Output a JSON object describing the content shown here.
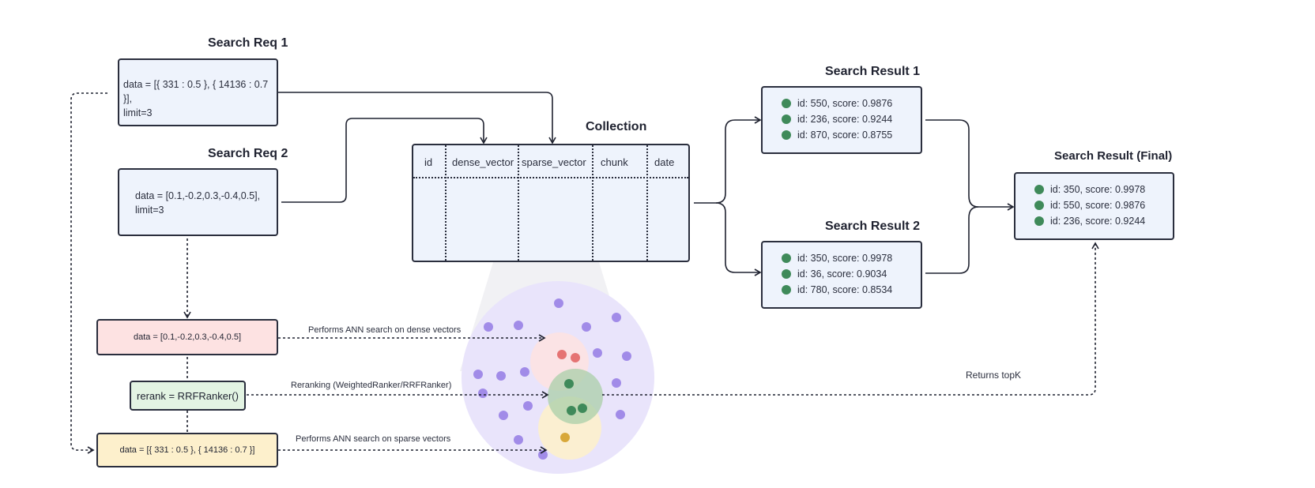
{
  "search_req_1": {
    "title": "Search Req 1",
    "text": "data = [{ 331 : 0.5 }, { 14136 : 0.7 }],\nlimit=3"
  },
  "search_req_2": {
    "title": "Search Req 2",
    "text": "data = [0.1,-0.2,0.3,-0.4,0.5],\nlimit=3"
  },
  "collection": {
    "title": "Collection",
    "columns": [
      "id",
      "dense_vector",
      "sparse_vector",
      "chunk",
      "date"
    ]
  },
  "search_result_1": {
    "title": "Search Result 1",
    "items": [
      "id: 550, score: 0.9876",
      "id: 236, score: 0.9244",
      "id: 870, score: 0.8755"
    ]
  },
  "search_result_2": {
    "title": "Search Result 2",
    "items": [
      "id: 350, score: 0.9978",
      "id: 36, score: 0.9034",
      "id: 780, score: 0.8534"
    ]
  },
  "search_result_final": {
    "title": "Search Result (Final)",
    "items": [
      "id: 350, score: 0.9978",
      "id: 550, score: 0.9876",
      "id: 236, score: 0.9244"
    ]
  },
  "dense_box": {
    "text": "data = [0.1,-0.2,0.3,-0.4,0.5]"
  },
  "rerank_box": {
    "text": "rerank = RRFRanker()"
  },
  "sparse_box": {
    "text": "data = [{ 331 : 0.5 }, { 14136 : 0.7 }]"
  },
  "notes": {
    "dense": "Performs ANN search on dense vectors",
    "rerank": "Reranking (WeightedRanker/RRFRanker)",
    "sparse": "Performs ANN search on sparse vectors",
    "topk": "Returns topK"
  },
  "colors": {
    "box_fill": "#eef3fc",
    "dense_fill": "#fde2e2",
    "rerank_fill": "#e3f4e3",
    "sparse_fill": "#fdf0cc",
    "result_dot": "#3f8a5a",
    "vector_dot": "#a18be8",
    "vector_space": "#e9e4fb"
  }
}
